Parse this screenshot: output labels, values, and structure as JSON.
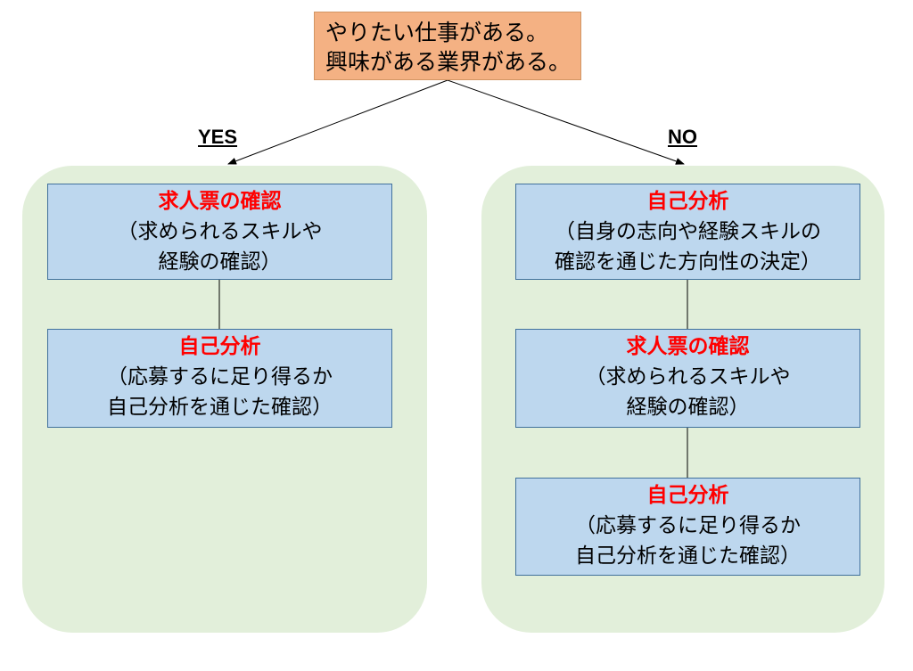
{
  "colors": {
    "panel_fill": "#e2efda",
    "top_box_fill": "#f4b183",
    "step_fill": "#bdd7ee",
    "step_border": "#41719c",
    "title_red": "#ff0000",
    "line": "#000000"
  },
  "question": {
    "lines": [
      "やりたい仕事がある。",
      "興味がある業界がある。"
    ]
  },
  "yes_branch": {
    "label": "YES",
    "steps": [
      {
        "title": "求人票の確認",
        "lines": [
          "（求められるスキルや",
          "経験の確認）"
        ]
      },
      {
        "title": "自己分析",
        "lines": [
          "（応募するに足り得るか",
          "自己分析を通じた確認）"
        ]
      }
    ]
  },
  "no_branch": {
    "label": "NO",
    "steps": [
      {
        "title": "自己分析",
        "lines": [
          "（自身の志向や経験スキルの",
          "確認を通じた方向性の決定）"
        ]
      },
      {
        "title": "求人票の確認",
        "lines": [
          "（求められるスキルや",
          "経験の確認）"
        ]
      },
      {
        "title": "自己分析",
        "lines": [
          "（応募するに足り得るか",
          "自己分析を通じた確認）"
        ]
      }
    ]
  }
}
